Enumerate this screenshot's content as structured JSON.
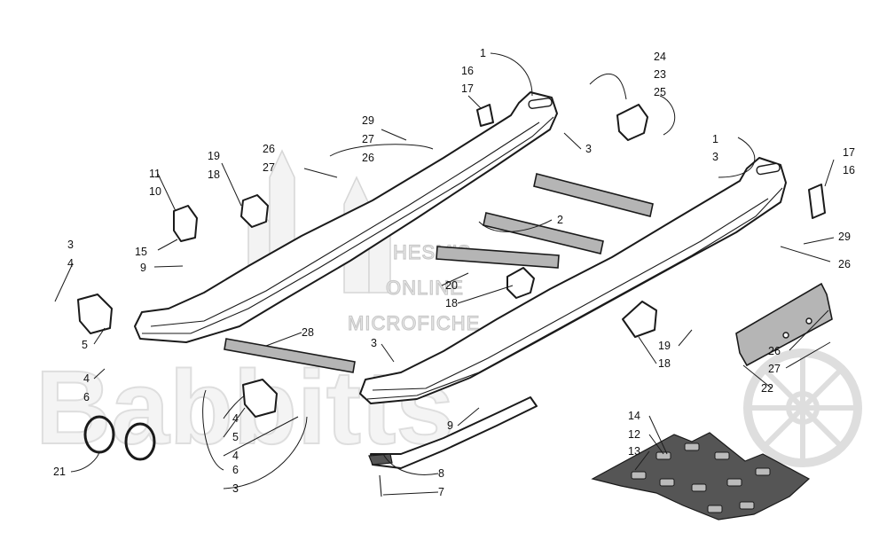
{
  "watermark": {
    "line1": "HESM'S",
    "line2": "ONLINE",
    "line3": "MICROFICHE",
    "brand": "Babbitts"
  },
  "callouts": [
    {
      "id": "c1a",
      "text": "1"
    },
    {
      "id": "c16a",
      "text": "16"
    },
    {
      "id": "c17a",
      "text": "17"
    },
    {
      "id": "c24",
      "text": "24"
    },
    {
      "id": "c23",
      "text": "23"
    },
    {
      "id": "c25",
      "text": "25"
    },
    {
      "id": "c29a",
      "text": "29"
    },
    {
      "id": "c3a",
      "text": "3"
    },
    {
      "id": "c26a",
      "text": "26"
    },
    {
      "id": "c27a",
      "text": "27"
    },
    {
      "id": "c26b",
      "text": "26"
    },
    {
      "id": "c27b",
      "text": "27"
    },
    {
      "id": "c19a",
      "text": "19"
    },
    {
      "id": "c18a",
      "text": "18"
    },
    {
      "id": "c1b",
      "text": "1"
    },
    {
      "id": "c3b",
      "text": "3"
    },
    {
      "id": "c17b",
      "text": "17"
    },
    {
      "id": "c16b",
      "text": "16"
    },
    {
      "id": "c11",
      "text": "11"
    },
    {
      "id": "c10",
      "text": "10"
    },
    {
      "id": "c2",
      "text": "2"
    },
    {
      "id": "c29b",
      "text": "29"
    },
    {
      "id": "c26c",
      "text": "26"
    },
    {
      "id": "c15",
      "text": "15"
    },
    {
      "id": "c3c",
      "text": "3"
    },
    {
      "id": "c4a",
      "text": "4"
    },
    {
      "id": "c9a",
      "text": "9"
    },
    {
      "id": "c20",
      "text": "20"
    },
    {
      "id": "c18b",
      "text": "18"
    },
    {
      "id": "c5a",
      "text": "5"
    },
    {
      "id": "c28",
      "text": "28"
    },
    {
      "id": "c3d",
      "text": "3"
    },
    {
      "id": "c19b",
      "text": "19"
    },
    {
      "id": "c18c",
      "text": "18"
    },
    {
      "id": "c26d",
      "text": "26"
    },
    {
      "id": "c27c",
      "text": "27"
    },
    {
      "id": "c22",
      "text": "22"
    },
    {
      "id": "c4b",
      "text": "4"
    },
    {
      "id": "c6a",
      "text": "6"
    },
    {
      "id": "c4c",
      "text": "4"
    },
    {
      "id": "c5b",
      "text": "5"
    },
    {
      "id": "c4d",
      "text": "4"
    },
    {
      "id": "c9b",
      "text": "9"
    },
    {
      "id": "c14",
      "text": "14"
    },
    {
      "id": "c12",
      "text": "12"
    },
    {
      "id": "c13",
      "text": "13"
    },
    {
      "id": "c21",
      "text": "21"
    },
    {
      "id": "c6b",
      "text": "6"
    },
    {
      "id": "c3e",
      "text": "3"
    },
    {
      "id": "c8",
      "text": "8"
    },
    {
      "id": "c7",
      "text": "7"
    }
  ]
}
